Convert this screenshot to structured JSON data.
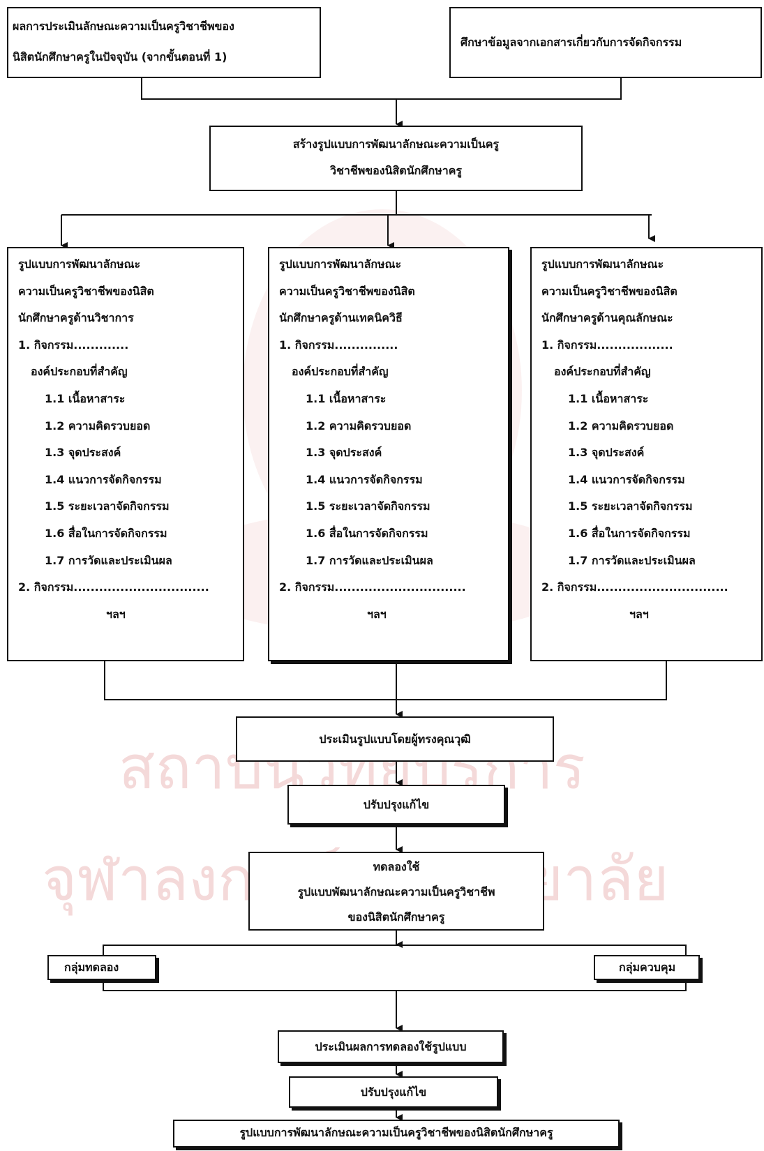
{
  "watermark": {
    "line1": "สถาบันวิทยบริการ",
    "line2": "จุฬาลงกรณ์มหาวิทยาลัย"
  },
  "top": {
    "left": [
      "ผลการประเมินลักษณะความเป็นครูวิชาชีพของ",
      "นิสิตนักศึกษาครูในปัจจุบัน (จากขั้นตอนที่ 1)"
    ],
    "right": "ศึกษาข้อมูลจากเอกสารเกี่ยวกับการจัดกิจกรรม"
  },
  "build": [
    "สร้างรูปแบบการพัฒนาลักษณะความเป็นครู",
    "วิชาชีพของนิสิตนักศึกษาครู"
  ],
  "columns": [
    {
      "title": [
        "รูปแบบการพัฒนาลักษณะ",
        "ความเป็นครูวิชาชีพของนิสิต",
        "นักศึกษาครูด้านวิชาการ"
      ],
      "activity1": "1. กิจกรรม.............",
      "components_label": "องค์ประกอบที่สำคัญ",
      "items": [
        "1.1 เนื้อหาสาระ",
        "1.2 ความคิดรวบยอด",
        "1.3 จุดประสงค์",
        "1.4 แนวการจัดกิจกรรม",
        "1.5 ระยะเวลาจัดกิจกรรม",
        "1.6 สื่อในการจัดกิจกรรม",
        "1.7 การวัดและประเมินผล"
      ],
      "activity2": "2. กิจกรรม................................",
      "etc": "ฯลฯ"
    },
    {
      "title": [
        "รูปแบบการพัฒนาลักษณะ",
        "ความเป็นครูวิชาชีพของนิสิต",
        "นักศึกษาครูด้านเทคนิควิธี"
      ],
      "activity1": "1. กิจกรรม...............",
      "components_label": "องค์ประกอบที่สำคัญ",
      "items": [
        "1.1 เนื้อหาสาระ",
        "1.2 ความคิดรวบยอด",
        "1.3 จุดประสงค์",
        "1.4 แนวการจัดกิจกรรม",
        "1.5 ระยะเวลาจัดกิจกรรม",
        "1.6 สื่อในการจัดกิจกรรม",
        "1.7 การวัดและประเมินผล"
      ],
      "activity2": "2. กิจกรรม...............................",
      "etc": "ฯลฯ"
    },
    {
      "title": [
        "รูปแบบการพัฒนาลักษณะ",
        "ความเป็นครูวิชาชีพของนิสิต",
        "นักศึกษาครูด้านคุณลักษณะ"
      ],
      "activity1": "1. กิจกรรม..................",
      "components_label": "องค์ประกอบที่สำคัญ",
      "items": [
        "1.1 เนื้อหาสาระ",
        "1.2 ความคิดรวบยอด",
        "1.3 จุดประสงค์",
        "1.4 แนวการจัดกิจกรรม",
        "1.5 ระยะเวลาจัดกิจกรรม",
        "1.6 สื่อในการจัดกิจกรรม",
        "1.7 การวัดและประเมินผล"
      ],
      "activity2": "2. กิจกรรม...............................",
      "etc": "ฯลฯ"
    }
  ],
  "expert_eval": "ประเมินรูปแบบโดยผู้ทรงคุณวุฒิ",
  "revise1": "ปรับปรุงแก้ไข",
  "trial": [
    "ทดลองใช้",
    "รูปแบบพัฒนาลักษณะความเป็นครูวิชาชีพ",
    "ของนิสิตนักศึกษาครู"
  ],
  "experimental_group": "กลุ่มทดลอง",
  "control_group": "กลุ่มควบคุม",
  "trial_eval": "ประเมินผลการทดลองใช้รูปแบบ",
  "revise2": "ปรับปรุงแก้ไข",
  "final": "รูปแบบการพัฒนาลักษณะความเป็นครูวิชาชีพของนิสิตนักศึกษาครู"
}
